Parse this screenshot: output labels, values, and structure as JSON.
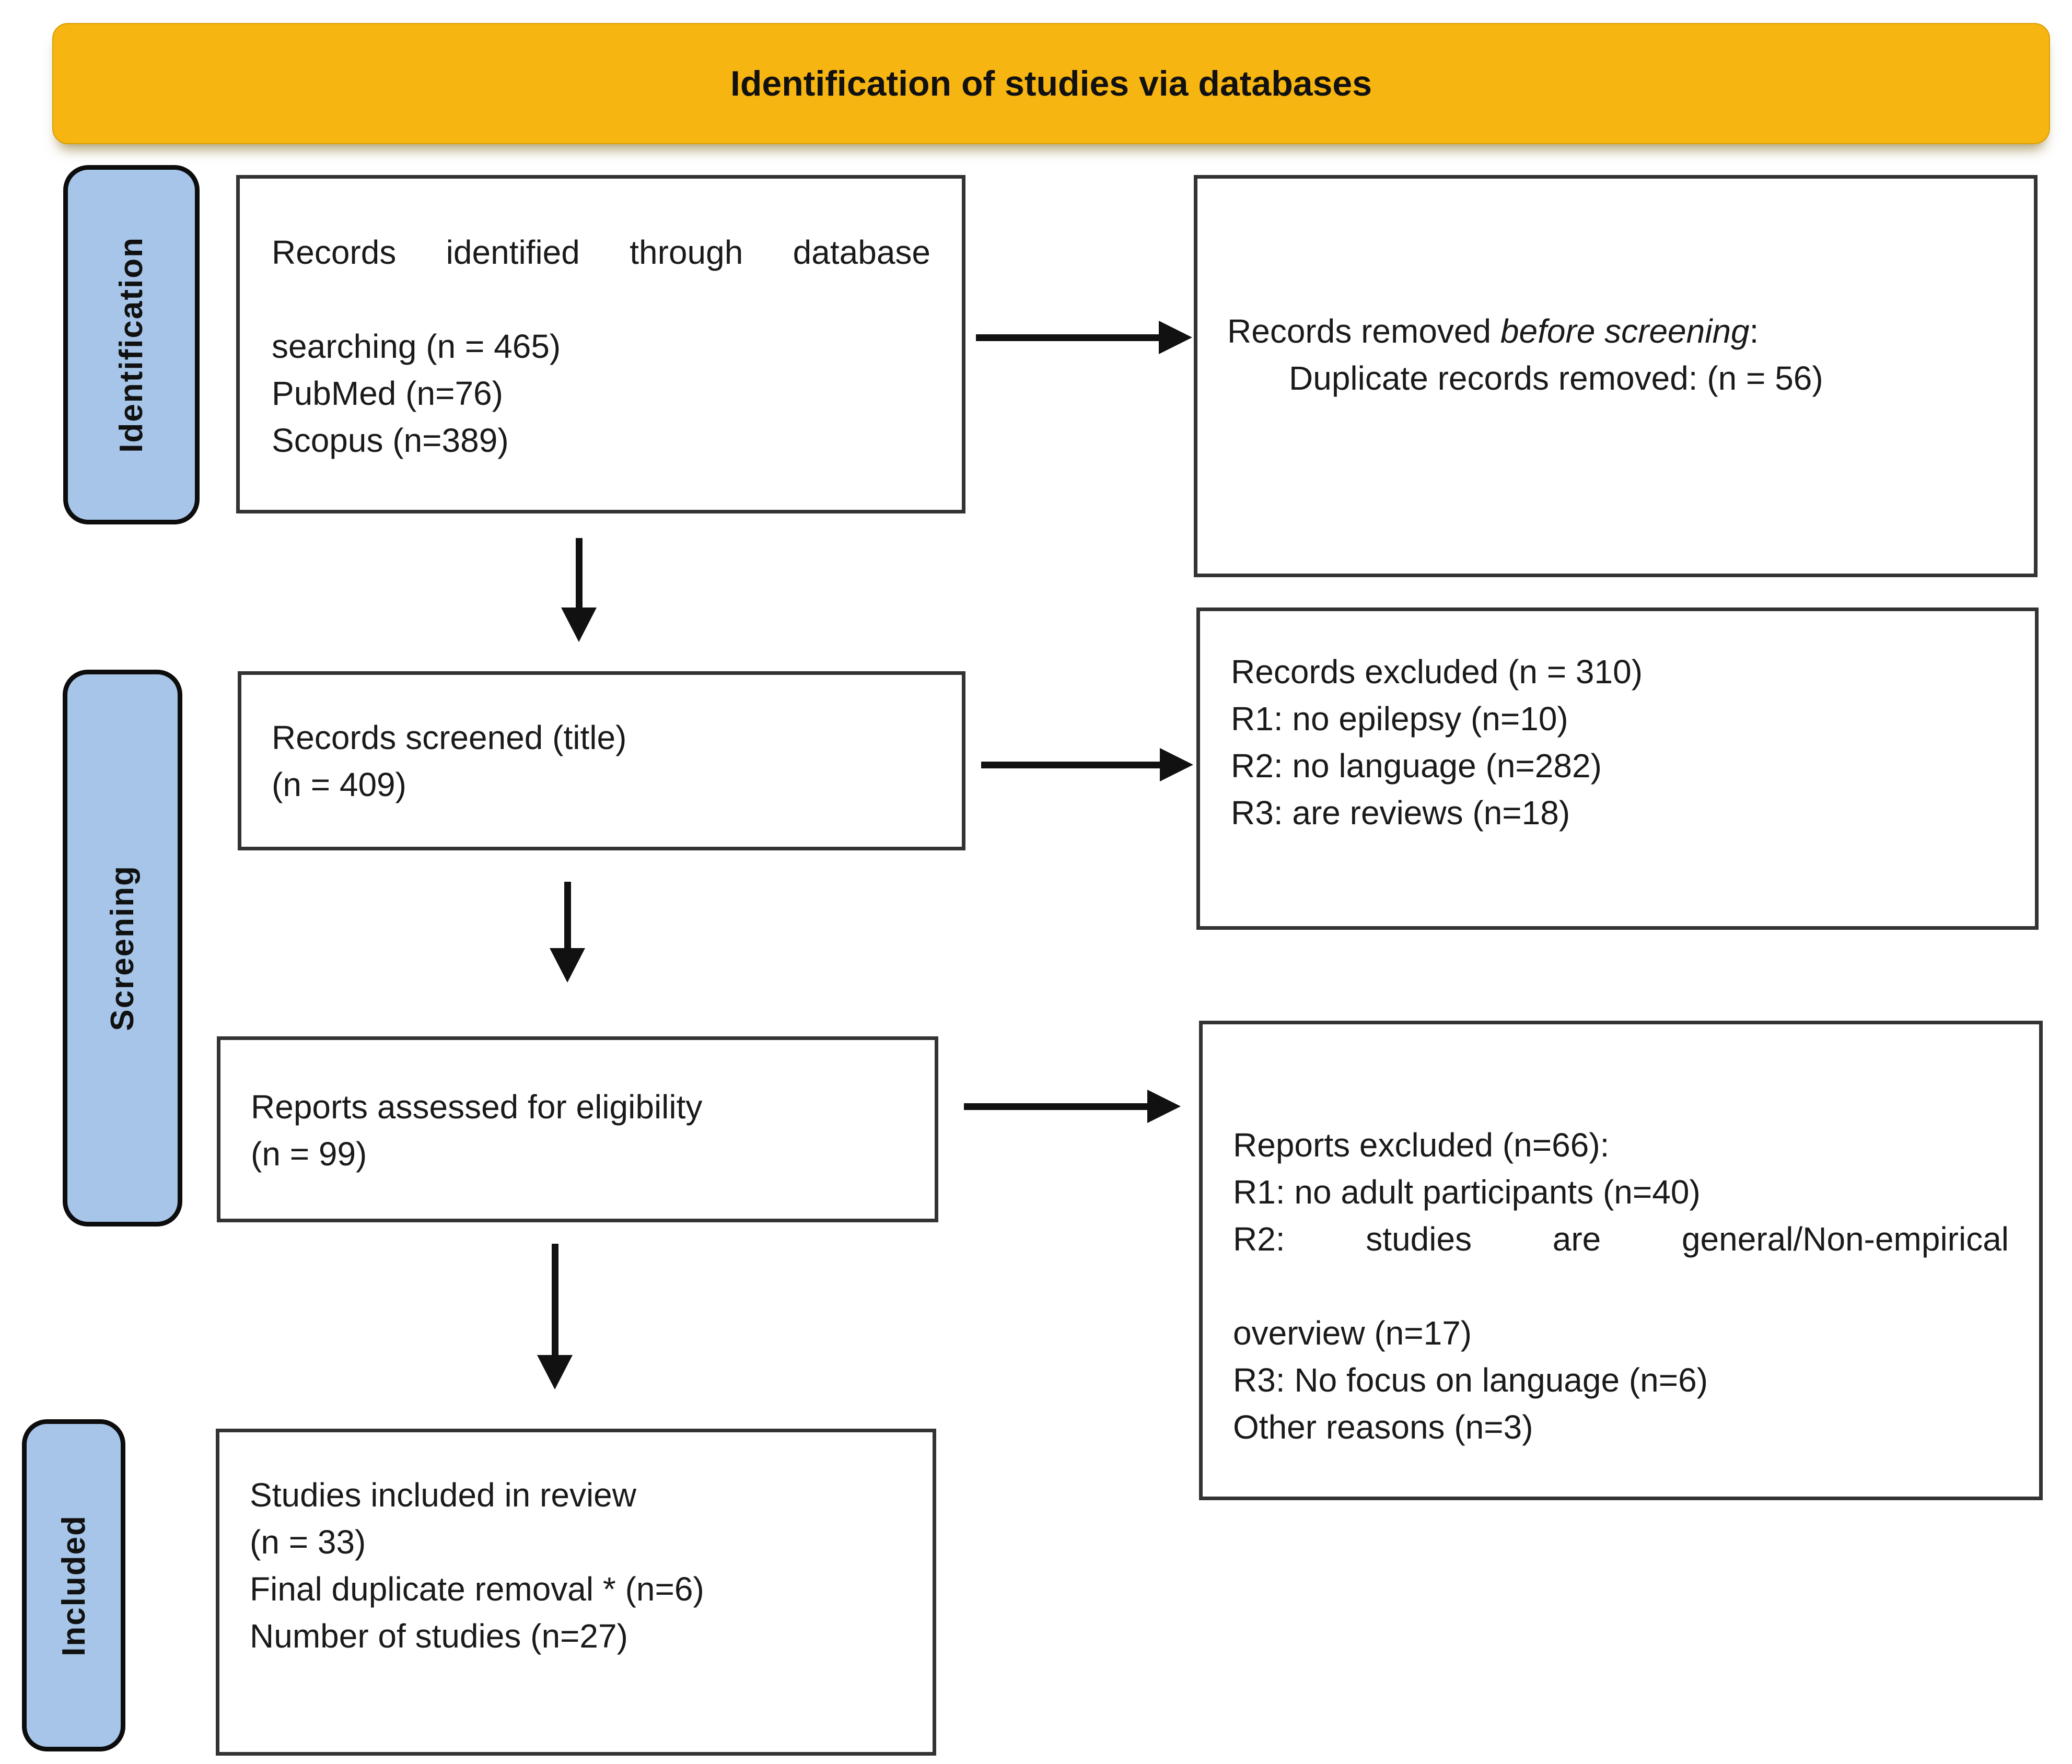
{
  "banner": {
    "title": "Identification of studies via databases",
    "bg_color": "#F7B511"
  },
  "stages": [
    {
      "label": "Identification"
    },
    {
      "label": "Screening"
    },
    {
      "label": "Included"
    }
  ],
  "colors": {
    "stage_fill": "#A6C5E8",
    "box_border": "#333333",
    "arrow": "#111111",
    "text": "#1a1a1a"
  },
  "boxes": {
    "identified": {
      "lines": [
        "Records identified through database",
        "searching (n = 465)",
        "PubMed (n=76)",
        "Scopus (n=389)"
      ]
    },
    "removed": {
      "line1_normal": "Records removed ",
      "line1_italic": "before screening",
      "line1_end": ":",
      "line2": "Duplicate records removed: (n = 56)"
    },
    "screened": {
      "lines": [
        "Records screened (title)",
        "(n = 409)"
      ]
    },
    "records_excluded": {
      "lines": [
        "Records excluded (n = 310)",
        "R1: no epilepsy (n=10)",
        "R2: no language (n=282)",
        "R3: are reviews (n=18)"
      ]
    },
    "assessed": {
      "lines": [
        "Reports assessed for eligibility",
        "(n = 99)"
      ]
    },
    "reports_excluded": {
      "lines": [
        "Reports excluded (n=66):",
        "R1: no adult participants (n=40)",
        "R2: studies are general/Non-empirical",
        "overview (n=17)",
        "R3: No focus on language (n=6)",
        "Other reasons (n=3)"
      ]
    },
    "included": {
      "lines": [
        "Studies included in review",
        "(n = 33)",
        "Final duplicate removal * (n=6)",
        "Number of studies (n=27)"
      ]
    }
  }
}
